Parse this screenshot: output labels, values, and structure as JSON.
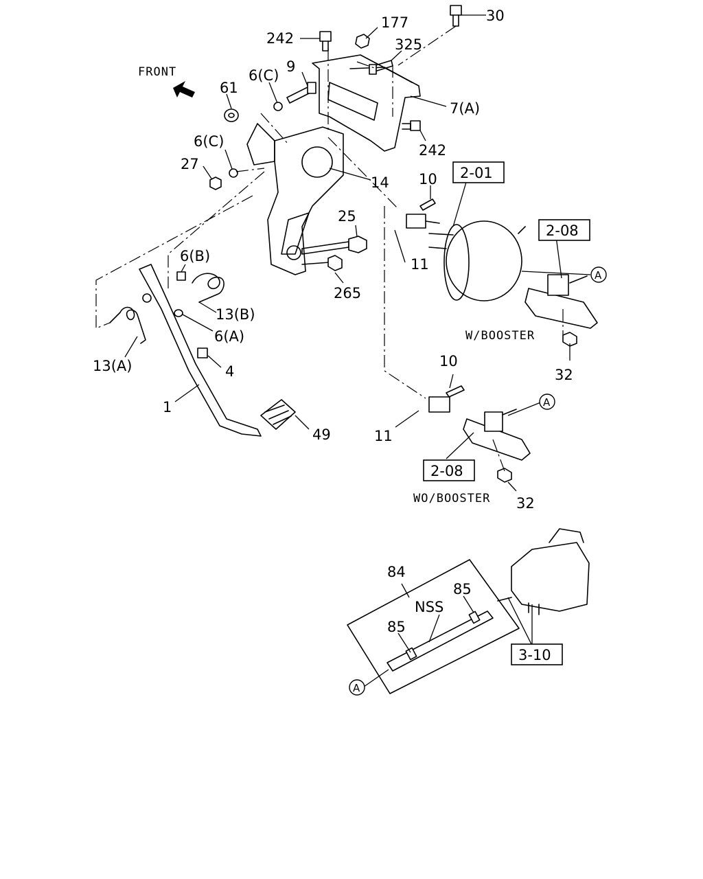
{
  "labels": {
    "front": "FRONT",
    "p30": "30",
    "p177": "177",
    "p242_top": "242",
    "p325": "325",
    "p9": "9",
    "p6c_top": "6(C)",
    "p61": "61",
    "p7a": "7(A)",
    "p242_mid": "242",
    "p6c_mid": "6(C)",
    "p27": "27",
    "p14": "14",
    "p10_top": "10",
    "p25": "25",
    "p11_top": "11",
    "p6b": "6(B)",
    "p265": "265",
    "p13b": "13(B)",
    "p6a": "6(A)",
    "p13a": "13(A)",
    "p4": "4",
    "p1": "1",
    "p49": "49",
    "p32_top": "32",
    "p10_bot": "10",
    "p11_bot": "11",
    "p32_bot": "32",
    "p84": "84",
    "p85_right": "85",
    "nss": "NSS",
    "p85_left": "85"
  },
  "boxed_refs": {
    "r201": "2-01",
    "r208_top": "2-08",
    "r208_bot": "2-08",
    "r310": "3-10"
  },
  "notes": {
    "with_booster": "W/BOOSTER",
    "without_booster": "WO/BOOSTER"
  },
  "connectors": {
    "a1": "A",
    "a2": "A",
    "a3": "A"
  }
}
